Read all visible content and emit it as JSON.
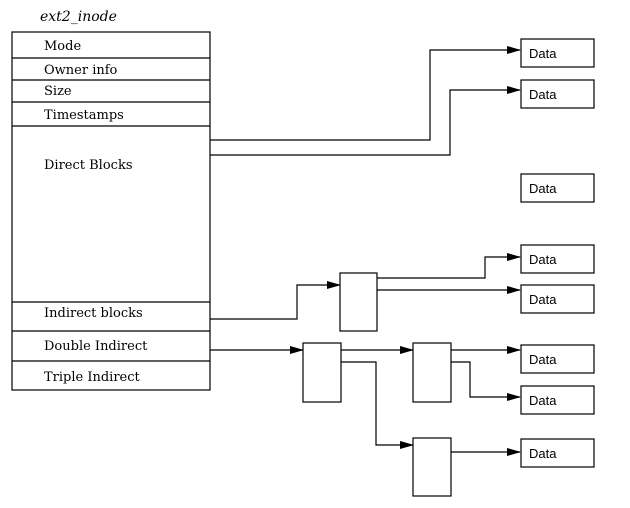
{
  "title": "ext2_inode",
  "inode_fields": [
    "Mode",
    "Owner info",
    "Size",
    "Timestamps",
    "Direct Blocks",
    "Indirect blocks",
    "Double Indirect",
    "Triple Indirect"
  ],
  "data_block_label": "Data",
  "colors": {
    "stroke": "#000000",
    "background": "#ffffff"
  }
}
